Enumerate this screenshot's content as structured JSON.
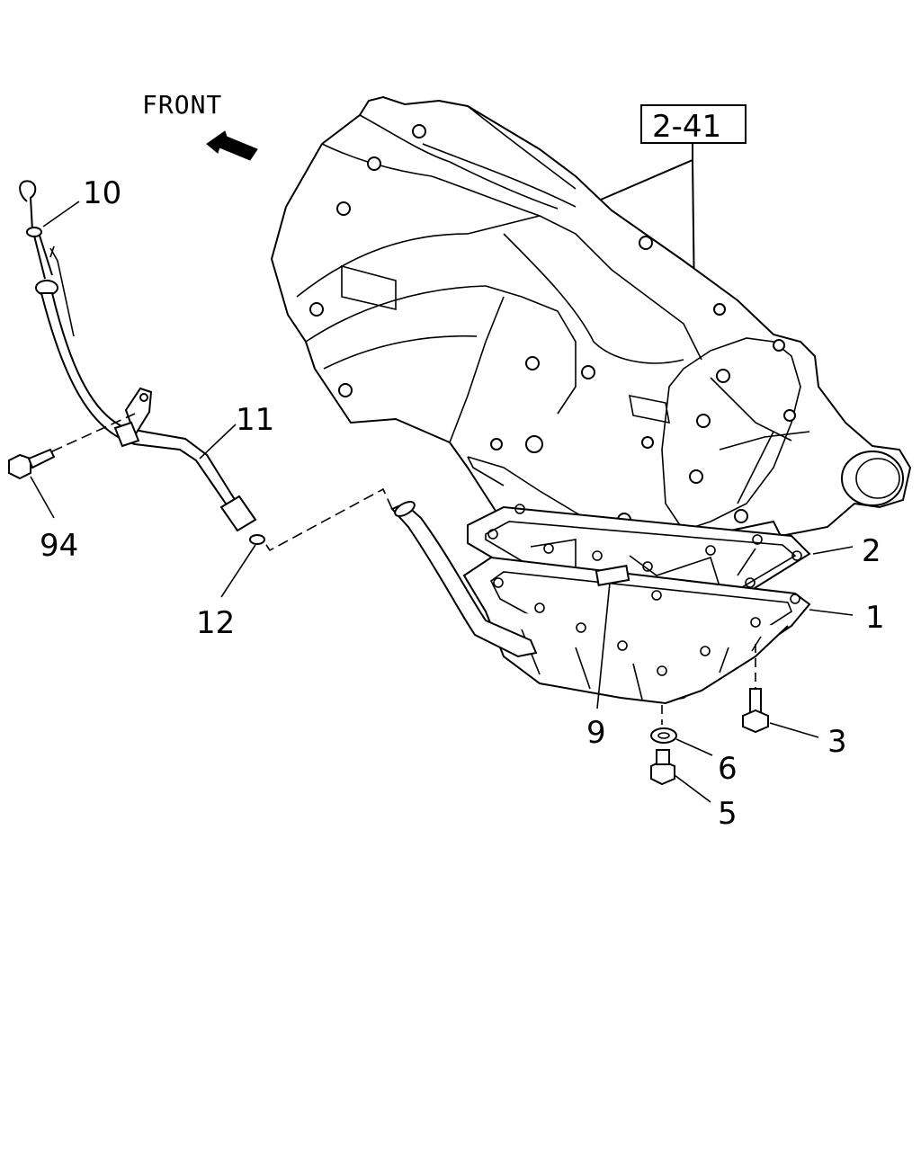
{
  "direction": {
    "label": "FRONT"
  },
  "reference": {
    "label": "2-41"
  },
  "callouts": {
    "c1": "1",
    "c2": "2",
    "c3": "3",
    "c5": "5",
    "c6": "6",
    "c9": "9",
    "c10": "10",
    "c11": "11",
    "c12": "12",
    "c94": "94"
  }
}
